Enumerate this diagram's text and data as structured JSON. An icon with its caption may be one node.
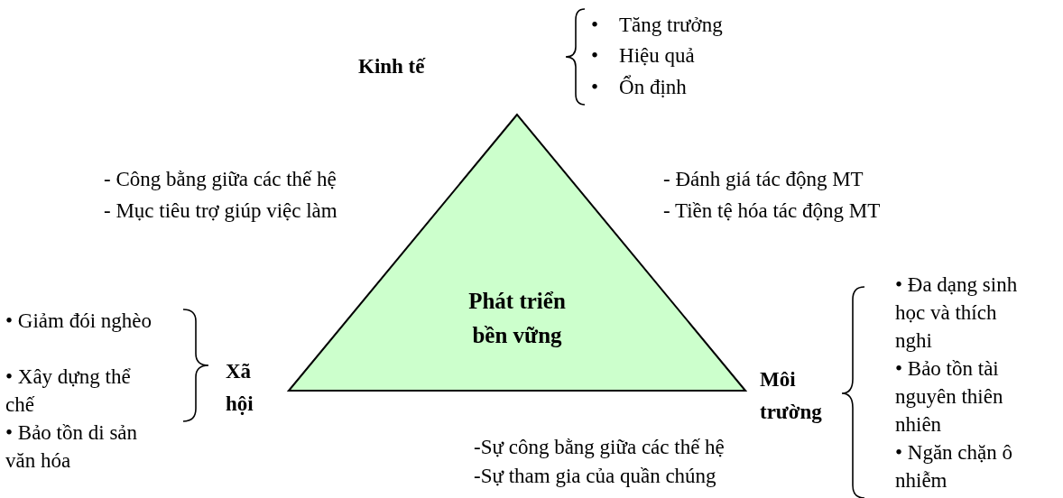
{
  "diagram": {
    "nodes": [
      {
        "text": [
          "Phát triển bền vững"
        ]
      }
    ],
    "labels": [
      "Kinh tế",
      "• Tăng trưởng",
      "• Hiệu quả",
      "• Ổn định",
      "- Công bằng giữa các thế hệ",
      "- Mục tiêu trợ giúp việc làm",
      "- Đánh giá tác động MT",
      "- Tiền tệ hóa tác động MT",
      "• Đa dạng sinh học và thích nghi",
      "• Giảm đói nghèo",
      "• Xây dựng thể chế",
      "• Bảo tồn di sản văn hóa",
      "Xã hội",
      "Môi trường",
      "• Bảo tồn tài nguyên thiên nhiên",
      "• Ngăn chặn ô nhiễm",
      "-Sự công bằng giữa các thế hệ",
      "-Sự tham gia của quần chúng"
    ]
  }
}
